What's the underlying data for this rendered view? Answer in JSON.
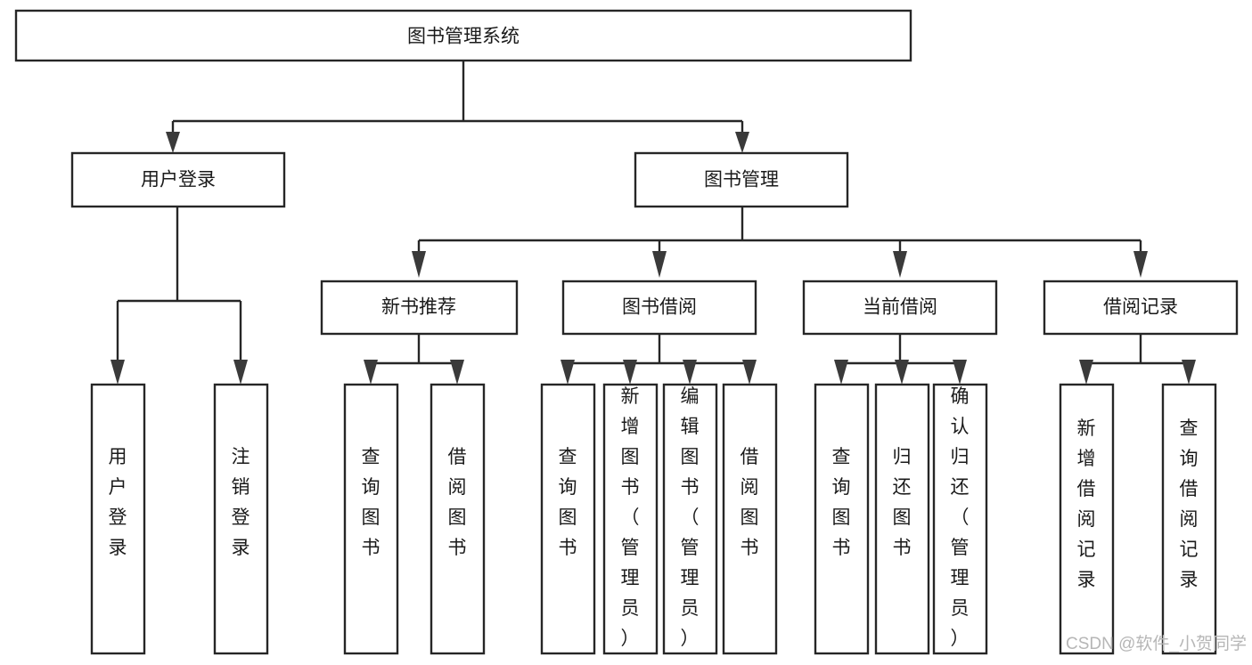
{
  "diagram": {
    "type": "hierarchy-tree",
    "title": "图书管理系统功能结构图",
    "levels": 4,
    "root": {
      "id": "root",
      "label": "图书管理系统"
    },
    "level1": [
      {
        "id": "user-login",
        "label": "用户登录"
      },
      {
        "id": "book-management",
        "label": "图书管理"
      }
    ],
    "level2": [
      {
        "id": "new-book-recommend",
        "label": "新书推荐",
        "parent": "book-management"
      },
      {
        "id": "book-borrow",
        "label": "图书借阅",
        "parent": "book-management"
      },
      {
        "id": "current-borrow",
        "label": "当前借阅",
        "parent": "book-management"
      },
      {
        "id": "borrow-record",
        "label": "借阅记录",
        "parent": "book-management"
      }
    ],
    "leaves": {
      "user_login": [
        {
          "id": "leaf-user-login",
          "label": "用户登录"
        },
        {
          "id": "leaf-user-logout",
          "label": "注销登录"
        }
      ],
      "new_book_recommend": [
        {
          "id": "leaf-query-book-1",
          "label": "查询图书"
        },
        {
          "id": "leaf-borrow-book-1",
          "label": "借阅图书"
        }
      ],
      "book_borrow": [
        {
          "id": "leaf-query-book-2",
          "label": "查询图书"
        },
        {
          "id": "leaf-add-book",
          "label": "新增图书（管理员）"
        },
        {
          "id": "leaf-edit-book",
          "label": "编辑图书（管理员）"
        },
        {
          "id": "leaf-borrow-book-2",
          "label": "借阅图书"
        }
      ],
      "current_borrow": [
        {
          "id": "leaf-query-book-3",
          "label": "查询图书"
        },
        {
          "id": "leaf-return-book",
          "label": "归还图书"
        },
        {
          "id": "leaf-confirm-return",
          "label": "确认归还（管理员）"
        }
      ],
      "borrow_record": [
        {
          "id": "leaf-add-record",
          "label": "新增借阅记录"
        },
        {
          "id": "leaf-query-record",
          "label": "查询借阅记录"
        }
      ]
    }
  },
  "watermark": {
    "label": "CSDN @软件_小贺同学"
  },
  "colors": {
    "box_stroke": "#262626",
    "box_fill": "#ffffff",
    "connector": "#262626",
    "arrow": "#3a3a3a",
    "text": "#1a1a1a",
    "watermark": "#b6b6b6",
    "background": "#ffffff"
  }
}
